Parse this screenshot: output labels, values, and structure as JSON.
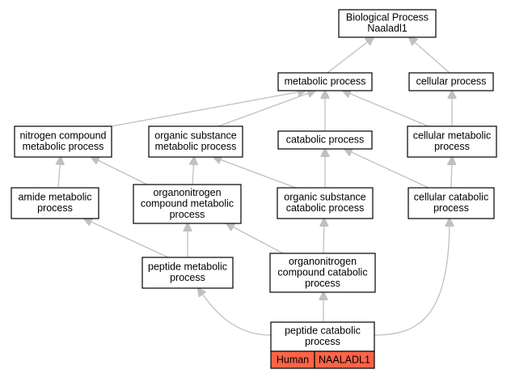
{
  "graph": {
    "nodes": [
      {
        "id": "bp",
        "lines": [
          "Biological Process",
          "Naaladl1"
        ]
      },
      {
        "id": "metabolic",
        "lines": [
          "metabolic process"
        ]
      },
      {
        "id": "cellular",
        "lines": [
          "cellular process"
        ]
      },
      {
        "id": "nitrogen",
        "lines": [
          "nitrogen compound",
          "metabolic process"
        ]
      },
      {
        "id": "organic_sub",
        "lines": [
          "organic substance",
          "metabolic process"
        ]
      },
      {
        "id": "catabolic",
        "lines": [
          "catabolic process"
        ]
      },
      {
        "id": "cell_met",
        "lines": [
          "cellular metabolic",
          "process"
        ]
      },
      {
        "id": "amide",
        "lines": [
          "amide metabolic",
          "process"
        ]
      },
      {
        "id": "orgN_met",
        "lines": [
          "organonitrogen",
          "compound metabolic",
          "process"
        ]
      },
      {
        "id": "org_sub_cat",
        "lines": [
          "organic substance",
          "catabolic process"
        ]
      },
      {
        "id": "cell_cat",
        "lines": [
          "cellular catabolic",
          "process"
        ]
      },
      {
        "id": "peptide_met",
        "lines": [
          "peptide metabolic",
          "process"
        ]
      },
      {
        "id": "orgN_cat",
        "lines": [
          "organonitrogen",
          "compound catabolic",
          "process"
        ]
      },
      {
        "id": "peptide_cat",
        "lines": [
          "peptide catabolic",
          "process"
        ]
      }
    ],
    "edges": [
      {
        "from": "metabolic",
        "to": "bp"
      },
      {
        "from": "cellular",
        "to": "bp"
      },
      {
        "from": "nitrogen",
        "to": "metabolic"
      },
      {
        "from": "organic_sub",
        "to": "metabolic"
      },
      {
        "from": "catabolic",
        "to": "metabolic"
      },
      {
        "from": "cell_met",
        "to": "metabolic"
      },
      {
        "from": "cell_met",
        "to": "cellular"
      },
      {
        "from": "amide",
        "to": "nitrogen"
      },
      {
        "from": "orgN_met",
        "to": "nitrogen"
      },
      {
        "from": "orgN_met",
        "to": "organic_sub"
      },
      {
        "from": "org_sub_cat",
        "to": "organic_sub"
      },
      {
        "from": "org_sub_cat",
        "to": "catabolic"
      },
      {
        "from": "cell_cat",
        "to": "catabolic"
      },
      {
        "from": "cell_cat",
        "to": "cell_met"
      },
      {
        "from": "peptide_met",
        "to": "amide"
      },
      {
        "from": "peptide_met",
        "to": "orgN_met"
      },
      {
        "from": "orgN_cat",
        "to": "orgN_met"
      },
      {
        "from": "orgN_cat",
        "to": "org_sub_cat"
      },
      {
        "from": "peptide_cat",
        "to": "peptide_met"
      },
      {
        "from": "peptide_cat",
        "to": "orgN_cat"
      },
      {
        "from": "peptide_cat",
        "to": "cell_cat"
      }
    ],
    "annotation": {
      "node": "peptide_cat",
      "cells": [
        "Human",
        "NAALADL1"
      ],
      "color": "#ff6347"
    },
    "colors": {
      "edge": "#c0c0c0",
      "node_border": "#000000",
      "node_fill": "#ffffff"
    }
  }
}
